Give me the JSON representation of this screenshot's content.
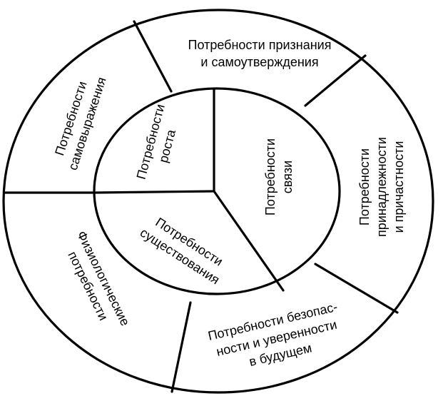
{
  "colors": {
    "stroke": "#000000",
    "background": "#ffffff",
    "text": "#000000"
  },
  "inner_labels": {
    "growth": [
      "Потребности",
      "роста"
    ],
    "relatedness": [
      "Потребности",
      "связи"
    ],
    "existence": [
      "Потребности",
      "существования"
    ]
  },
  "outer_labels": {
    "recognition": [
      "Потребности признания",
      "и самоутверждения"
    ],
    "self_expression": [
      "Потребности",
      "самовыражения"
    ],
    "belonging": [
      "Потребности",
      "принадлежности",
      "и причастности"
    ],
    "physiological": [
      "Физиологические",
      "потребности"
    ],
    "security": [
      "Потребности безопас-",
      "ности и уверенности",
      "в будущем"
    ]
  }
}
